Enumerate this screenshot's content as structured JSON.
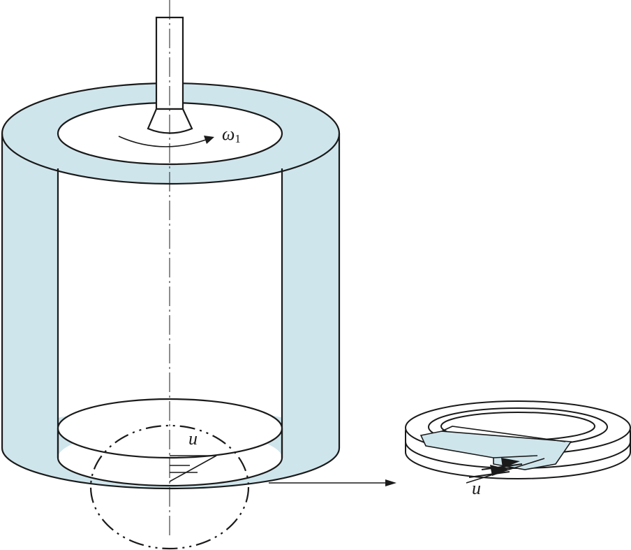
{
  "labels": {
    "omega_symbol": "ω",
    "omega_subscript": "1",
    "velocity_inner": "u",
    "velocity_detail": "u"
  },
  "colors": {
    "fluid_fill": "#cfe5ec",
    "stroke": "#1a1a1a",
    "background": "#ffffff"
  }
}
